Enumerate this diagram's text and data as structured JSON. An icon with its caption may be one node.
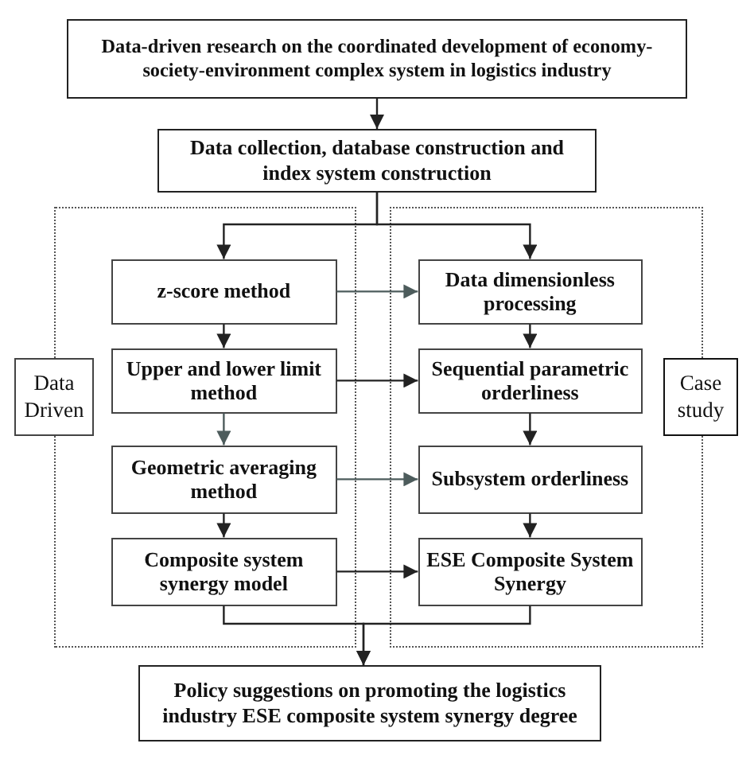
{
  "diagram": {
    "nodes": [
      {
        "text": [
          "Data-driven research on the coordinated development of economy-society-environment complex system in logistics industry"
        ]
      },
      {
        "text": [
          "Data collection, database construction and index system construction"
        ]
      },
      {
        "text": [],
        "shape": "box"
      },
      {
        "text": [
          "z-score method"
        ],
        "in": 2
      },
      {
        "text": [
          "Upper and lower limit method"
        ],
        "in": 2
      },
      {
        "text": [
          "Geometric averaging method"
        ],
        "in": 2
      },
      {
        "text": [
          "Composite system synergy model"
        ],
        "in": 2
      },
      {
        "text": [],
        "shape": "box"
      },
      {
        "text": [
          "Data dimensionless processing"
        ],
        "in": 7
      },
      {
        "text": [
          "Sequential parametric orderliness"
        ],
        "in": 7
      },
      {
        "text": [
          "Subsystem orderliness"
        ],
        "in": 7
      },
      {
        "text": [
          "ESE Composite System Synergy"
        ],
        "in": 7
      },
      {
        "text": [
          "Data Driven"
        ]
      },
      {
        "text": [
          "Case study"
        ]
      },
      {
        "text": [
          "Policy suggestions on promoting the  logistics industry ESE composite system synergy degree"
        ]
      }
    ],
    "edges": [
      {
        "from": 0,
        "to": 1,
        "arrow": "to"
      },
      {
        "from": 1,
        "to": 3,
        "arrow": "to"
      },
      {
        "from": 1,
        "to": 8,
        "arrow": "to"
      },
      {
        "from": 3,
        "to": 4,
        "arrow": "to"
      },
      {
        "from": 4,
        "to": 5,
        "arrow": "to",
        "color": "#4d5c5c"
      },
      {
        "from": 5,
        "to": 6,
        "arrow": "to"
      },
      {
        "from": 8,
        "to": 9,
        "arrow": "to"
      },
      {
        "from": 9,
        "to": 10,
        "arrow": "to"
      },
      {
        "from": 10,
        "to": 11,
        "arrow": "to"
      },
      {
        "from": 3,
        "to": 8,
        "arrow": "to",
        "color": "#4d5c5c"
      },
      {
        "from": 4,
        "to": 9,
        "arrow": "to"
      },
      {
        "from": 5,
        "to": 10,
        "arrow": "to",
        "color": "#4d5c5c"
      },
      {
        "from": 6,
        "to": 11,
        "arrow": "to"
      },
      {
        "from": 6,
        "to": 14,
        "arrow": "to"
      },
      {
        "from": 11,
        "to": 14,
        "arrow": "to"
      }
    ]
  }
}
